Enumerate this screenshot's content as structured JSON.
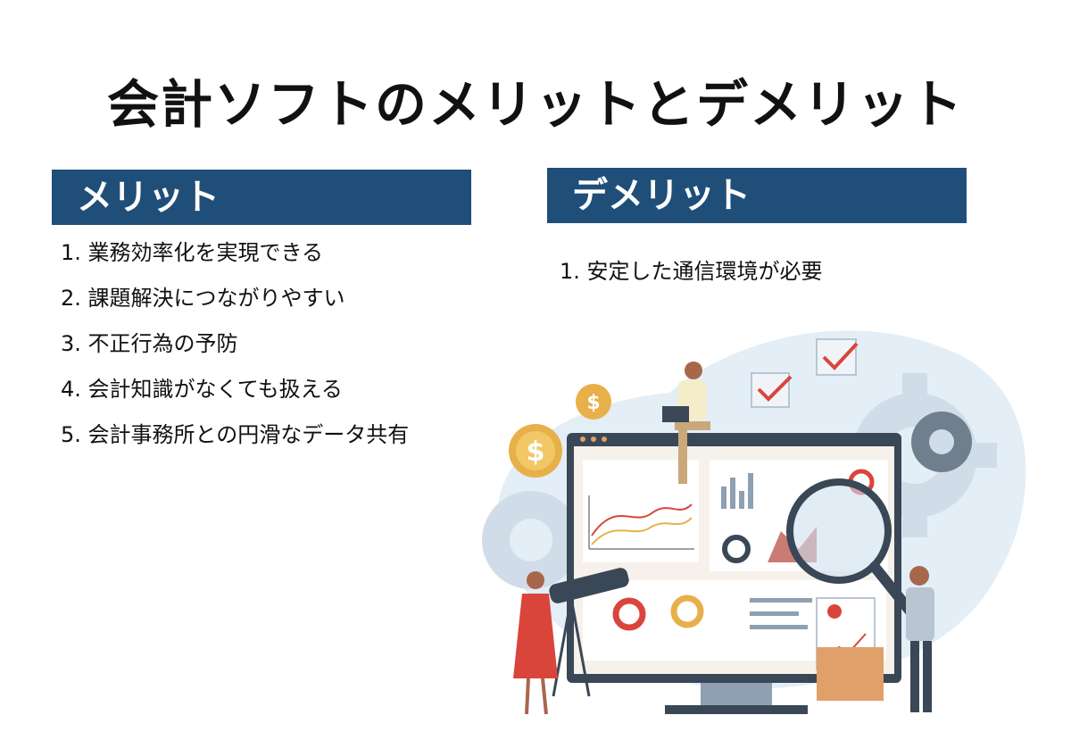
{
  "title": "会計ソフトのメリットとデメリット",
  "merit": {
    "heading": "メリット",
    "items": [
      "1. 業務効率化を実現できる",
      "2. 課題解決につながりやすい",
      "3. 不正行為の予防",
      "4. 会計知識がなくても扱える",
      "5. 会計事務所との円滑なデータ共有"
    ]
  },
  "demerit": {
    "heading": "デメリット",
    "items": [
      "1. 安定した通信環境が必要"
    ]
  },
  "illustration": {
    "icons": [
      "dollar-coin-icon",
      "checkbox-icon",
      "gear-icon",
      "magnifier-icon",
      "telescope-icon",
      "laptop-icon",
      "document-chart-icon",
      "folder-icon"
    ],
    "colors": {
      "header": "#1f4e79",
      "blob": "#e3eef6",
      "gear": "#d0dde8",
      "monitor": "#3a4756",
      "screen": "#f6f1ea",
      "coin": "#e8b04a",
      "check": "#d9453b"
    }
  }
}
